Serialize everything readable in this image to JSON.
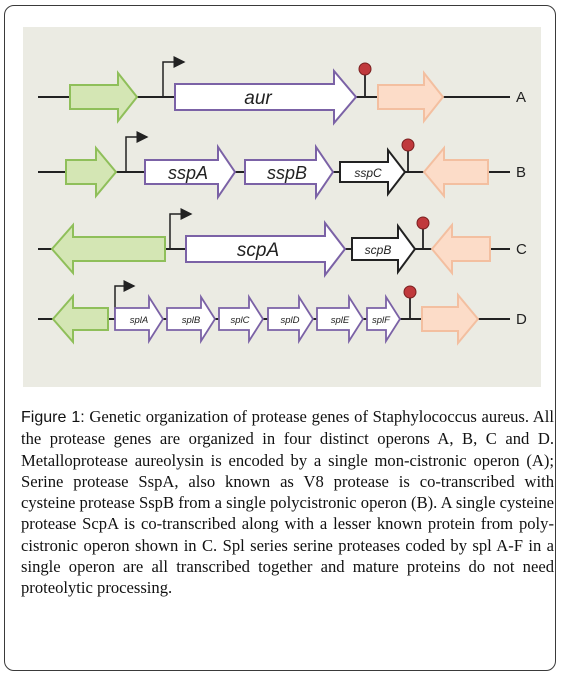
{
  "figure": {
    "background": "#ebebe3",
    "colors": {
      "green_fill": "#d4e6b4",
      "green_stroke": "#8fbf5a",
      "purple_stroke": "#7b62a6",
      "black_stroke": "#222222",
      "orange_fill": "#fcdcc8",
      "orange_stroke": "#f3bfa0",
      "terminator": "#c0393c"
    },
    "operons": [
      {
        "label": "A",
        "genes": [
          "aur"
        ]
      },
      {
        "label": "B",
        "genes": [
          "sspA",
          "sspB",
          "sspC"
        ]
      },
      {
        "label": "C",
        "genes": [
          "scpA",
          "scpB"
        ]
      },
      {
        "label": "D",
        "genes": [
          "splA",
          "splB",
          "splC",
          "splD",
          "splE",
          "splF"
        ]
      }
    ]
  },
  "caption": {
    "label": "Figure 1:",
    "text": " Genetic organization of protease genes of Staphylococcus aureus. All the protease genes are organized in four distinct operons A, B, C and D. Metalloprotease aureolysin is encoded by a single mon-cistronic operon (A); Serine protease SspA, also known as V8 protease is co-transcribed with cysteine protease SspB from a single polycistronic operon (B). A single cysteine protease ScpA is co-transcribed along with a lesser known protein from poly-cistronic operon shown in C. Spl series serine proteases coded by spl A-F in a single operon are all transcribed together and mature proteins do not need proteolytic processing."
  }
}
